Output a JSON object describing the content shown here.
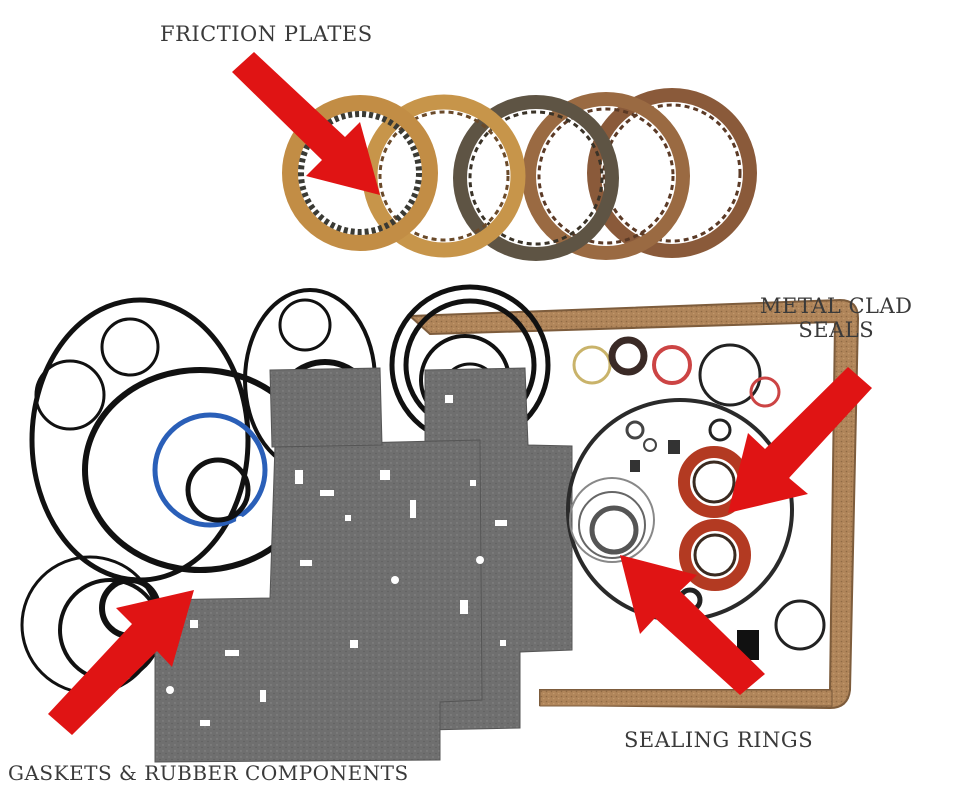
{
  "labels": {
    "friction_plates": "FRICTION PLATES",
    "metal_clad_line1": "METAL CLAD",
    "metal_clad_line2": "SEALS",
    "sealing_rings": "SEALING RINGS",
    "gaskets": "GASKETS & RUBBER COMPONENTS"
  },
  "colors": {
    "arrow": "#e01414",
    "friction_light": "#c7954a",
    "friction_dark": "#7a5a3a",
    "gasket_gray": "#6e6e6e",
    "cork": "#b0855a",
    "oring": "#111111",
    "seal_red": "#b33a22"
  }
}
